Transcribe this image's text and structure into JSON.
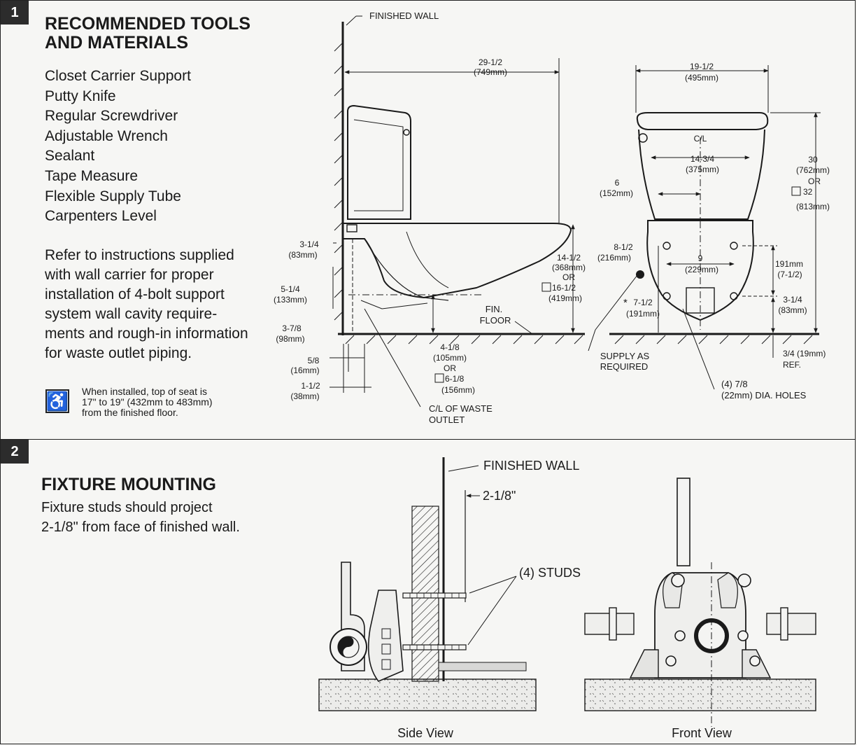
{
  "step1": {
    "number": "1",
    "title_line1": "RECOMMENDED TOOLS",
    "title_line2": "AND MATERIALS",
    "tools": [
      "Closet Carrier Support",
      "Putty Knife",
      "Regular Screwdriver",
      "Adjustable Wrench",
      "Sealant",
      "Tape Measure",
      "Flexible Supply Tube",
      "Carpenters Level"
    ],
    "refer_lines": [
      "Refer to instructions supplied",
      "with wall carrier for proper",
      "installation of 4-bolt support",
      "system wall cavity require-",
      "ments and rough-in information",
      "for waste outlet piping."
    ],
    "ada_icon": "wheelchair-icon",
    "ada_note_lines": [
      "When installed, top of seat is",
      "17\" to 19\" (432mm to 483mm)",
      "from the finished floor."
    ],
    "side": {
      "finished_wall": "FINISHED WALL",
      "d_depth": "29-1/2",
      "d_depth_mm": "(749mm)",
      "d_a": "3-1/4",
      "d_a_mm": "(83mm)",
      "d_b": "5-1/4",
      "d_b_mm": "(133mm)",
      "d_c": "3-7/8",
      "d_c_mm": "(98mm)",
      "d_d": "5/8",
      "d_d_mm": "(16mm)",
      "d_e": "1-1/2",
      "d_e_mm": "(38mm)",
      "d_h": "14-1/2",
      "d_h_mm": "(368mm)",
      "or": "OR",
      "d_h_ada": "16-1/2",
      "d_h_ada_mm": "(419mm)",
      "d_w": "4-1/8",
      "d_w_mm": "(105mm)",
      "d_w_ada": "6-1/8",
      "d_w_ada_mm": "(156mm)",
      "fin_floor_1": "FIN.",
      "fin_floor_2": "FLOOR",
      "waste_1": "C/L OF WASTE",
      "waste_2": "OUTLET"
    },
    "front": {
      "d_width": "19-1/2",
      "d_width_mm": "(495mm)",
      "cl": "C/L",
      "d_holes": "14-3/4",
      "d_holes_mm": "(375mm)",
      "d_six": "6",
      "d_six_mm": "(152mm)",
      "d_height": "30",
      "d_height_mm": "(762mm)",
      "or": "OR",
      "d_height_ada": "32",
      "d_height_ada_mm": "(813mm)",
      "d_eight": "8-1/2",
      "d_eight_mm": "(216mm)",
      "d_nine": "9",
      "d_nine_mm": "(229mm)",
      "d_191": "191mm",
      "d_191_in": "(7-1/2)",
      "d_seven": "7-1/2",
      "d_seven_mm": "(191mm)",
      "star": "*",
      "d_three": "3-1/4",
      "d_three_mm": "(83mm)",
      "d_ref": "3/4 (19mm)",
      "ref": "REF.",
      "supply_1": "SUPPLY AS",
      "supply_2": "REQUIRED",
      "holes_1": "(4) 7/8",
      "holes_2": "(22mm) DIA. HOLES"
    }
  },
  "step2": {
    "number": "2",
    "title": "FIXTURE MOUNTING",
    "desc_line1": "Fixture studs should project",
    "desc_line2": "2-1/8\" from face of finished wall.",
    "finished_wall": "FINISHED WALL",
    "projection": "2-1/8\"",
    "studs": "(4) STUDS",
    "side_caption": "Side View",
    "front_caption": "Front View"
  }
}
